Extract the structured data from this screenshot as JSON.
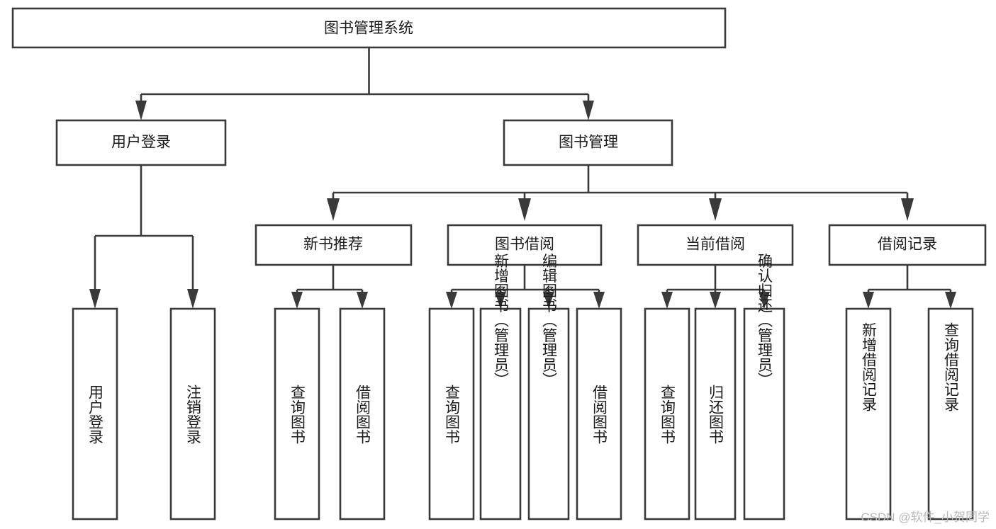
{
  "diagram": {
    "type": "tree",
    "title": "图书管理系统",
    "root": {
      "id": "root",
      "label": "图书管理系统",
      "orientation": "horizontal"
    },
    "level2": [
      {
        "id": "user-login",
        "label": "用户登录",
        "orientation": "horizontal"
      },
      {
        "id": "book-manage",
        "label": "图书管理",
        "orientation": "horizontal"
      }
    ],
    "level3": [
      {
        "id": "new-book-rec",
        "label": "新书推荐",
        "orientation": "horizontal",
        "parent": "book-manage"
      },
      {
        "id": "book-borrow",
        "label": "图书借阅",
        "orientation": "horizontal",
        "parent": "book-manage"
      },
      {
        "id": "current-borrow",
        "label": "当前借阅",
        "orientation": "horizontal",
        "parent": "book-manage"
      },
      {
        "id": "borrow-record",
        "label": "借阅记录",
        "orientation": "horizontal",
        "parent": "book-manage"
      }
    ],
    "leaves": [
      {
        "id": "leaf-user-login",
        "label": "用户登录",
        "orientation": "vertical",
        "parent": "user-login"
      },
      {
        "id": "leaf-user-logout",
        "label": "注销登录",
        "orientation": "vertical",
        "parent": "user-login"
      },
      {
        "id": "leaf-query-book-1",
        "label": "查询图书",
        "orientation": "vertical",
        "parent": "new-book-rec"
      },
      {
        "id": "leaf-borrow-book-1",
        "label": "借阅图书",
        "orientation": "vertical",
        "parent": "new-book-rec"
      },
      {
        "id": "leaf-query-book-2",
        "label": "查询图书",
        "orientation": "vertical",
        "parent": "book-borrow"
      },
      {
        "id": "leaf-add-book",
        "label": "新增图书（管理员）",
        "orientation": "vertical",
        "parent": "book-borrow"
      },
      {
        "id": "leaf-edit-book",
        "label": "编辑图书（管理员）",
        "orientation": "vertical",
        "parent": "book-borrow"
      },
      {
        "id": "leaf-borrow-book-2",
        "label": "借阅图书",
        "orientation": "vertical",
        "parent": "book-borrow"
      },
      {
        "id": "leaf-query-book-3",
        "label": "查询图书",
        "orientation": "vertical",
        "parent": "current-borrow"
      },
      {
        "id": "leaf-return-book",
        "label": "归还图书",
        "orientation": "vertical",
        "parent": "current-borrow"
      },
      {
        "id": "leaf-confirm-return",
        "label": "确认归还（管理员）",
        "orientation": "vertical",
        "parent": "current-borrow"
      },
      {
        "id": "leaf-add-record",
        "label": "新增借阅记录",
        "orientation": "vertical",
        "parent": "borrow-record"
      },
      {
        "id": "leaf-query-record",
        "label": "查询借阅记录",
        "orientation": "vertical",
        "parent": "borrow-record"
      }
    ]
  },
  "watermark": {
    "text": "CSDN @软件_小贺同学"
  },
  "colors": {
    "stroke": "#3a3a3a",
    "fill": "#ffffff",
    "text": "#1b1b1b",
    "watermark": "#b9b9b9"
  }
}
